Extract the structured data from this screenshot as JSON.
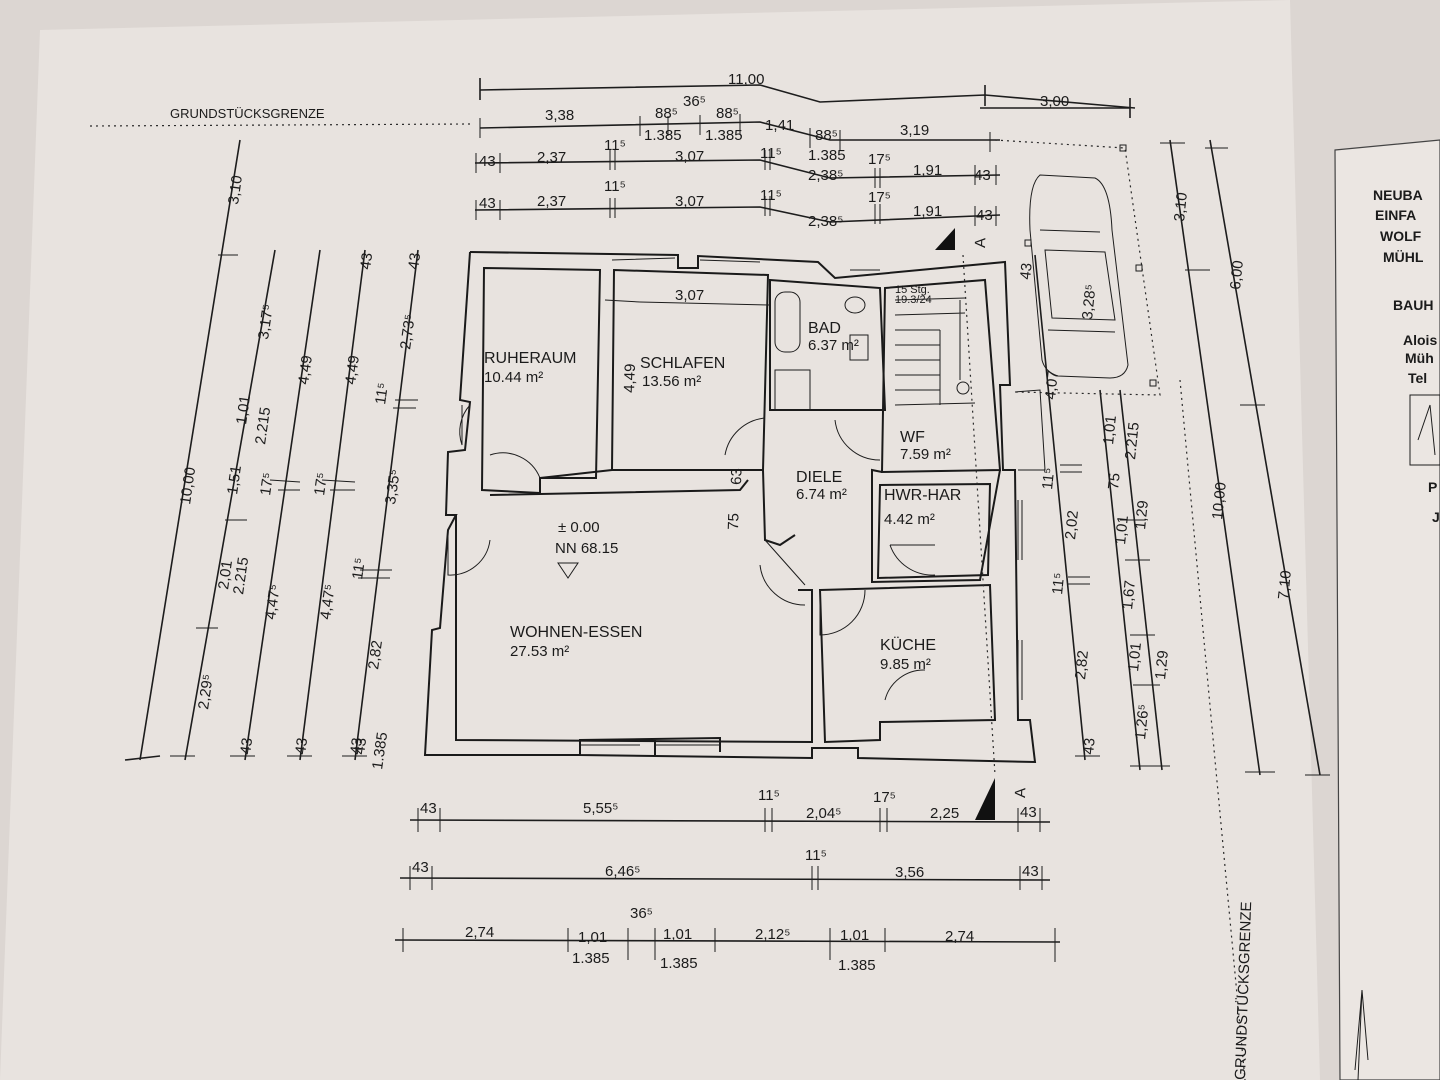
{
  "labels": {
    "boundary_top": "GRUNDSTÜCKSGRENZE",
    "boundary_right": "GRUNDSTÜCKSGRENZE",
    "section_marker": "A",
    "level_zero": "± 0.00",
    "level_nn": "NN 68.15",
    "stairs_count": "15 Stg.",
    "stairs_ratio": "19.3/24"
  },
  "rooms": {
    "ruheraum": {
      "name": "RUHERAUM",
      "area": "10.44 m²"
    },
    "schlafen": {
      "name": "SCHLAFEN",
      "area": "13.56 m²"
    },
    "bad": {
      "name": "BAD",
      "area": "6.37 m²"
    },
    "wf": {
      "name": "WF",
      "area": "7.59 m²"
    },
    "diele": {
      "name": "DIELE",
      "area": "6.74 m²"
    },
    "hwr": {
      "name": "HWR-HAR",
      "area": "4.42 m²"
    },
    "wohnen": {
      "name": "WOHNEN-ESSEN",
      "area": "27.53 m²"
    },
    "kueche": {
      "name": "KÜCHE",
      "area": "9.85 m²"
    }
  },
  "dims_top": {
    "overall": "11,00",
    "garage": "3,00",
    "r1_a": "3,38",
    "r1_b": "88⁵",
    "r1_c": "36⁵",
    "r1_d": "88⁵",
    "r1_e": "1,41",
    "r1_f": "88⁵",
    "r1_g": "3,19",
    "r1_h": "1.385",
    "r1_i": "1.385",
    "r1_j": "1.385",
    "r2_a": "43",
    "r2_b": "2,37",
    "r2_c": "11⁵",
    "r2_d": "3,07",
    "r2_e": "11⁵",
    "r2_f": "2,38⁵",
    "r2_g": "17⁵",
    "r2_h": "1,91",
    "r2_i": "43",
    "r3_a": "43",
    "r3_b": "2,37",
    "r3_c": "11⁵",
    "r3_d": "3,07",
    "r3_e": "11⁵",
    "r3_f": "2,38⁵",
    "r3_g": "17⁵",
    "r3_h": "1,91",
    "r3_i": "43",
    "inner_schlafen": "3,07"
  },
  "dims_bottom": {
    "r1_a": "43",
    "r1_b": "5,55⁵",
    "r1_c": "11⁵",
    "r1_d": "2,04⁵",
    "r1_e": "17⁵",
    "r1_f": "2,25",
    "r1_g": "43",
    "r2_a": "43",
    "r2_b": "6,46⁵",
    "r2_c": "11⁵",
    "r2_d": "3,56",
    "r2_e": "43",
    "r3_a": "2,74",
    "r3_b": "1,01",
    "r3_c": "36⁵",
    "r3_d": "1,01",
    "r3_e": "2,12⁵",
    "r3_f": "1,01",
    "r3_g": "2,74",
    "r3_h": "1.385",
    "r3_i": "1.385",
    "r3_j": "1.385"
  },
  "dims_left": {
    "c1_a": "3,10",
    "c1_b": "10,00",
    "c2_a": "3,17⁵",
    "c2_b": "1,01",
    "c2_c": "2.215",
    "c2_d": "1,51",
    "c2_e": "2,01",
    "c2_f": "2.215",
    "c2_g": "2,29⁵",
    "c2_h": "43",
    "c3_a": "4,49",
    "c3_b": "17⁵",
    "c3_c": "4,47⁵",
    "c3_d": "43",
    "c4_a": "4,49",
    "c4_b": "17⁵",
    "c4_c": "4,47⁵",
    "c4_d": "43",
    "c5_a": "43",
    "c5_b": "2,73⁵",
    "c5_c": "11⁵",
    "c5_d": "3,35⁵",
    "c5_e": "11⁵",
    "c5_f": "2,82",
    "c5_g": "43",
    "c5_h": "1.385",
    "c6_a": "43",
    "inner_schlafen": "4,49",
    "diele_a": "63",
    "diele_b": "75"
  },
  "dims_right": {
    "c1_a": "43",
    "c1_b": "4,07",
    "c1_c": "11⁵",
    "c1_d": "2,02",
    "c1_e": "11⁵",
    "c1_f": "2,82",
    "c1_g": "43",
    "c2_a": "1,01",
    "c2_b": "75",
    "c2_c": "1,01",
    "c2_d": "1,67",
    "c2_e": "1,01",
    "c2_f": "1,26⁵",
    "c3_a": "2.215",
    "c3_b": "1,29",
    "c3_c": "1,29",
    "c4_a": "3,10",
    "c4_b": "10,00",
    "c5_a": "6,00",
    "c5_b": "7,10",
    "car": "3,28⁵"
  },
  "title_block": {
    "l1": "NEUBA",
    "l2": "EINFA",
    "l3": "WOLF",
    "l4": "MÜHL",
    "l5": "BAUH",
    "l6": "Alois",
    "l7": "Müh",
    "l8": "Tel",
    "l9": "P",
    "l10": "J"
  }
}
